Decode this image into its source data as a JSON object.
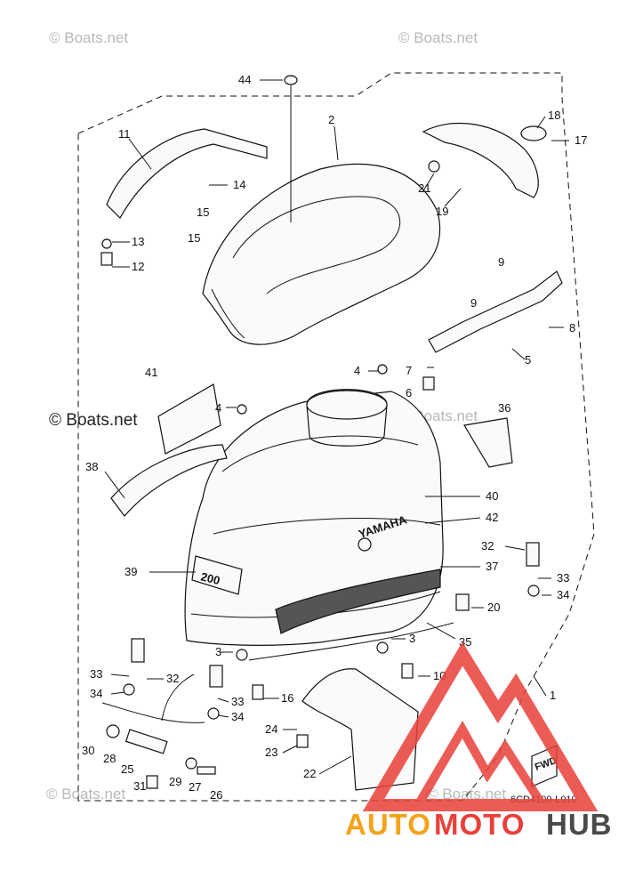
{
  "watermarks": {
    "top_left": "© Boats.net",
    "top_right": "© Boats.net",
    "mid_left": "© Boats.net",
    "mid_right": "© Boats.net",
    "bottom_left": "© Boats.net",
    "bottom_right": "© Boats.net"
  },
  "diagram_code": "6CD4100-L010",
  "fwd_label": "FWD",
  "part_labels": [
    "44",
    "2",
    "18",
    "17",
    "11",
    "14",
    "15",
    "21",
    "19",
    "15",
    "13",
    "12",
    "9",
    "9",
    "8",
    "5",
    "4",
    "7",
    "6",
    "41",
    "4",
    "36",
    "38",
    "40",
    "42",
    "39",
    "32",
    "37",
    "33",
    "34",
    "20",
    "3",
    "3",
    "35",
    "10",
    "33",
    "32",
    "34",
    "33",
    "16",
    "34",
    "1",
    "24",
    "30",
    "23",
    "28",
    "25",
    "22",
    "29",
    "27",
    "31",
    "26"
  ],
  "decal_texts": {
    "brand": "YAMAHA",
    "hp": "200"
  },
  "brand_logo": {
    "part1": "AUTO",
    "part2": "MOTO",
    "part3": "HUB"
  },
  "colors": {
    "logo_orange": "#f5a21b",
    "logo_red": "#e9403a",
    "logo_gray": "#4a4a4a"
  }
}
